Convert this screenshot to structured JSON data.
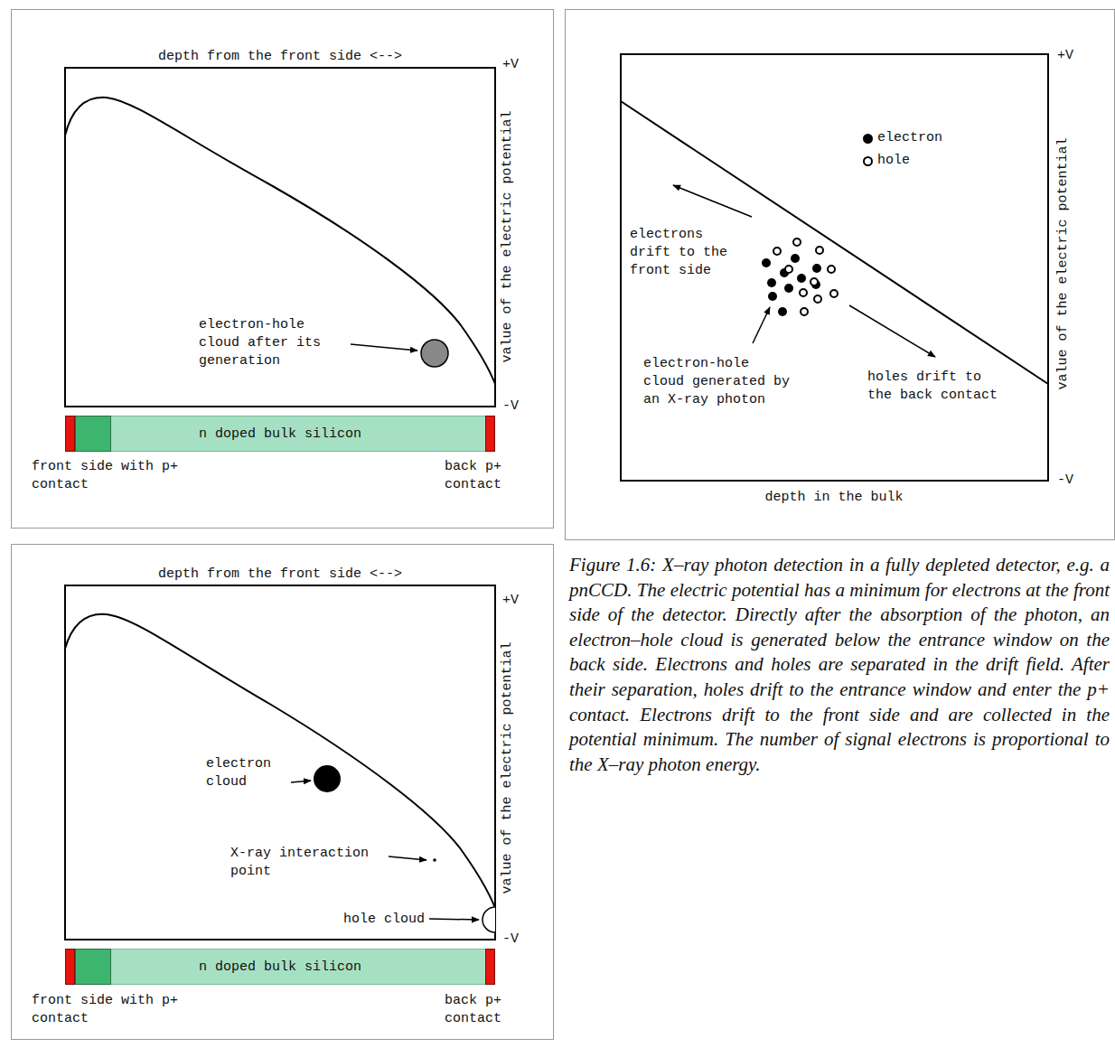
{
  "diagram": {
    "caption": "Figure 1.6: X–ray photon detection in a fully depleted detector, e.g. a pnCCD. The electric potential has a minimum for electrons at the front side of the detector. Directly after the absorption of the photon, an electron–hole cloud is generated below the entrance window on the back side. Electrons and holes are separated in the drift field. After their separation, holes drift to the entrance window and enter the p+ contact. Electrons drift to the front side and are collected in the potential minimum. The number of signal electrons is proportional to the X–ray photon energy.",
    "nodes": [
      {
        "text": [
          "n doped bulk silicon"
        ]
      },
      {
        "text": [
          "n doped bulk silicon"
        ]
      }
    ],
    "labels": [
      "depth from the front side <-->",
      "+V",
      "value of the electric potential",
      "-V",
      "electron-hole cloud after its generation",
      "front side with p+ contact",
      "back p+ contact",
      "+V",
      "value of the electric potential",
      "-V",
      "electrons drift to the front side",
      "electron-hole cloud generated by an X-ray photon",
      "holes drift to the back contact",
      "depth in the bulk",
      "depth from the front side <-->",
      "+V",
      "value of the electric potential",
      "-V",
      "electron cloud",
      "X-ray interaction point",
      "hole cloud",
      "front side with p+ contact",
      "back p+ contact"
    ],
    "legend": [
      {
        "text": "electron"
      },
      {
        "text": "hole"
      }
    ]
  }
}
